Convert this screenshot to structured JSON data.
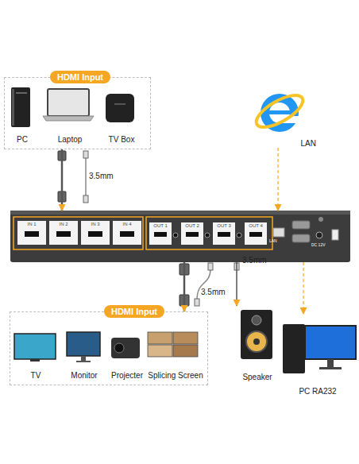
{
  "diagram": {
    "nodes": [
      {
        "text": [
          "HDMI Input"
        ]
      },
      {
        "text": [
          "PC"
        ],
        "in": 0
      },
      {
        "text": [
          "Laptop"
        ],
        "in": 0
      },
      {
        "text": [
          "TV Box"
        ],
        "in": 0
      },
      {
        "text": [
          "LAN"
        ]
      },
      {
        "text": [
          "LAN",
          "DC 12V"
        ]
      },
      {
        "text": [
          "IN 1"
        ],
        "in": 5
      },
      {
        "text": [
          "IN 2"
        ],
        "in": 5
      },
      {
        "text": [
          "IN 3"
        ],
        "in": 5
      },
      {
        "text": [
          "IN 4"
        ],
        "in": 5
      },
      {
        "text": [
          "OUT 1"
        ],
        "in": 5
      },
      {
        "text": [
          "OUT 2"
        ],
        "in": 5
      },
      {
        "text": [
          "OUT 3"
        ],
        "in": 5
      },
      {
        "text": [
          "OUT 4"
        ],
        "in": 5
      },
      {
        "text": [
          "HDMI Input"
        ]
      },
      {
        "text": [
          "TV"
        ],
        "in": 14
      },
      {
        "text": [
          "Monitor"
        ],
        "in": 14
      },
      {
        "text": [
          "Projecter"
        ],
        "in": 14
      },
      {
        "text": [
          "Splicing Screen"
        ],
        "in": 14
      },
      {
        "text": [
          "Speaker"
        ]
      },
      {
        "text": [
          "PC RA232"
        ]
      }
    ],
    "edges": [
      {
        "from": 0,
        "to": 5,
        "arrow": "to",
        "label": "3.5mm"
      },
      {
        "from": 4,
        "to": 5,
        "arrow": "to"
      },
      {
        "from": 5,
        "to": 14,
        "arrow": "to",
        "label": "3.5mm"
      },
      {
        "from": 5,
        "to": 19,
        "arrow": "to",
        "label": "3.5mm"
      },
      {
        "from": 5,
        "to": 20,
        "arrow": "to"
      }
    ]
  }
}
